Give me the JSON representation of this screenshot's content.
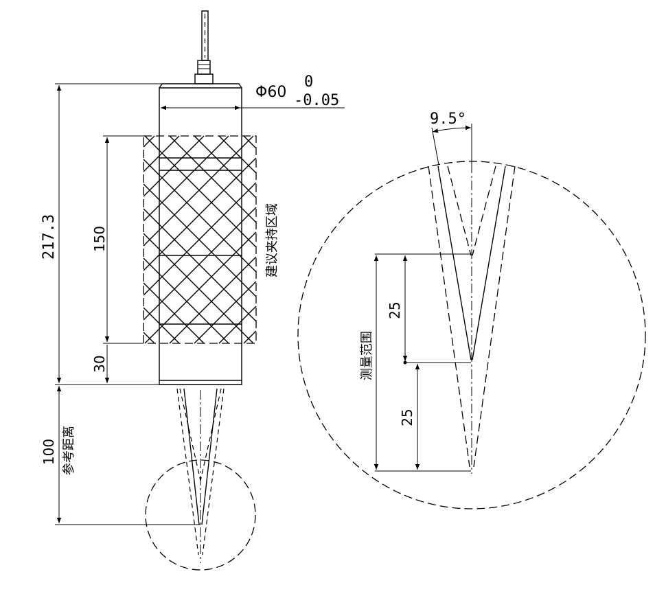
{
  "dimensions": {
    "length_total": "217.3",
    "clamp_length": "150",
    "clamp_offset": "30",
    "reference_distance": "100",
    "diameter_symbol": "Φ60",
    "tol_upper": "0",
    "tol_lower": "-0.05",
    "angle": "9.5°",
    "range_half_upper": "25",
    "range_half_lower": "25"
  },
  "labels": {
    "clamp_area": "建议夹持区域",
    "reference_distance": "参考距离",
    "measure_range": "测量范围"
  }
}
